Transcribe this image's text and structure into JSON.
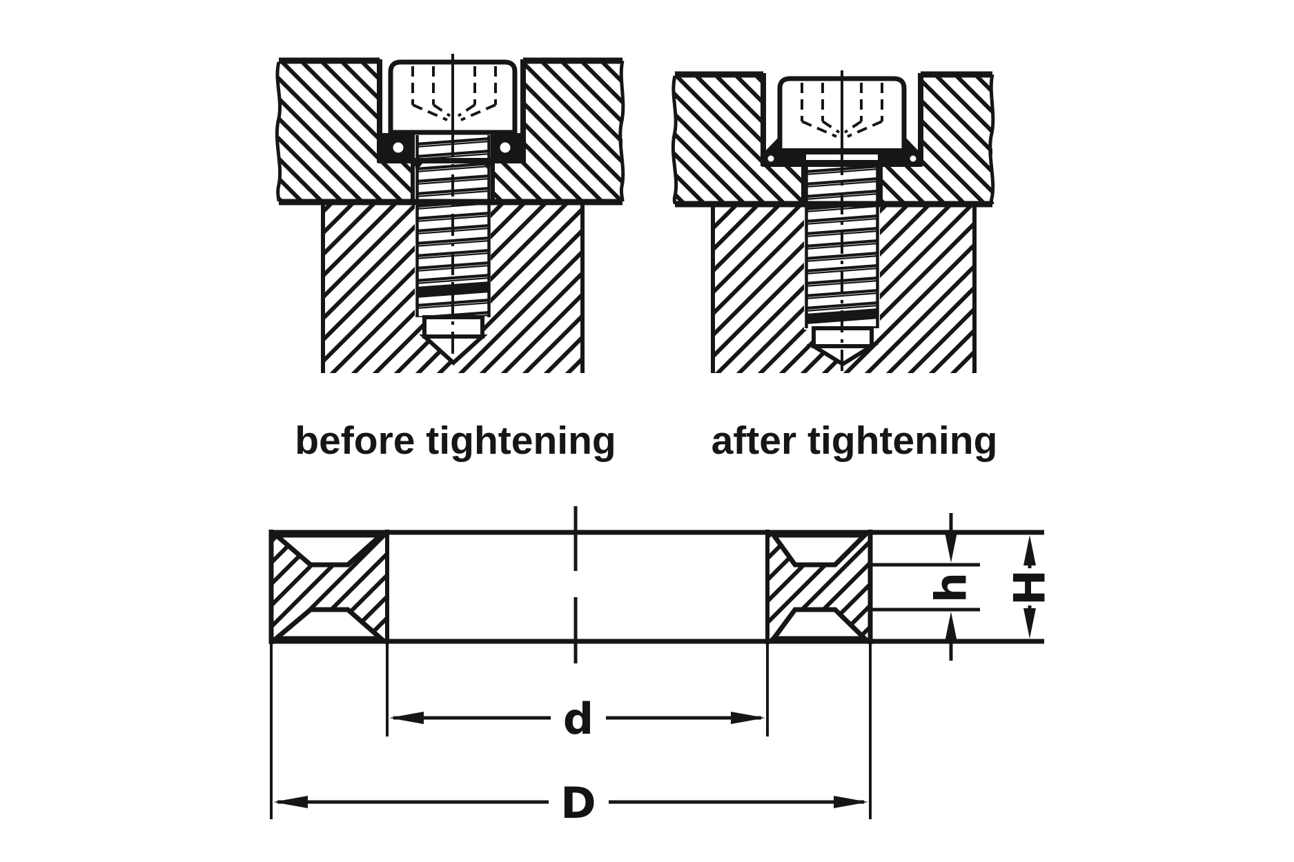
{
  "captions": {
    "before": "before tightening",
    "after": "after tightening"
  },
  "dimension_labels": {
    "inner_diameter": "d",
    "outer_diameter": "D",
    "lip_height": "h",
    "overall_height": "H"
  },
  "colors": {
    "ink": "#161616",
    "background": "#ffffff"
  }
}
